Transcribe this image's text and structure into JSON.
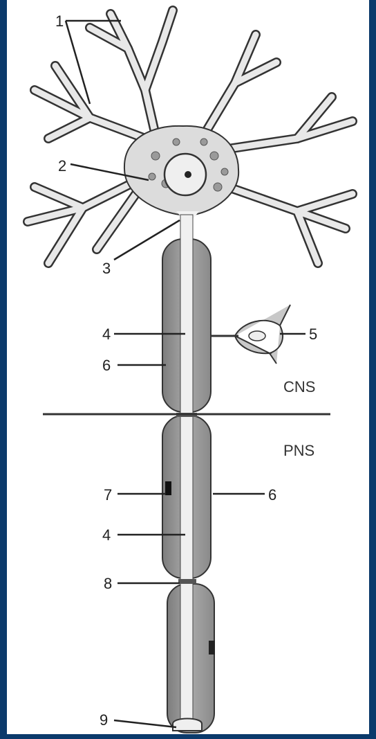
{
  "diagram": {
    "labels": {
      "l1": "1",
      "l2": "2",
      "l3": "3",
      "l4a": "4",
      "l5": "5",
      "l6a": "6",
      "l7": "7",
      "l6b": "6",
      "l4b": "4",
      "l8": "8",
      "l9": "9"
    },
    "regions": {
      "upper": "CNS",
      "lower": "PNS"
    }
  }
}
